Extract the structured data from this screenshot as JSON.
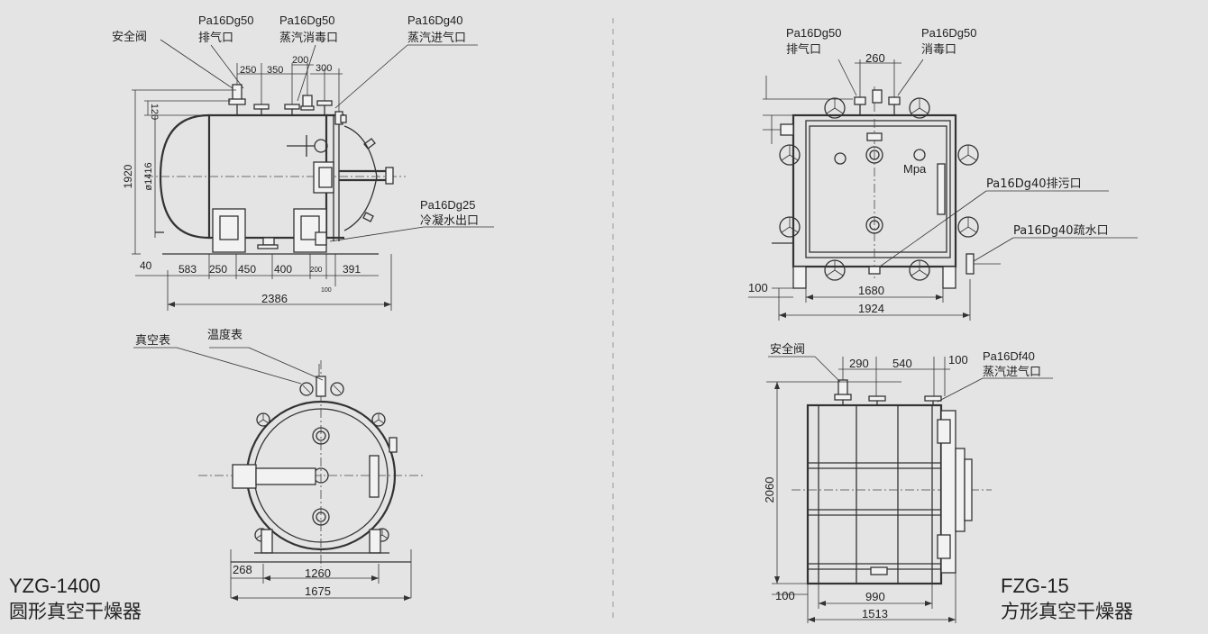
{
  "left_top": {
    "labels": {
      "safety_valve": "安全阀",
      "exhaust_spec": "Pa16Dg50",
      "exhaust_name": "排气口",
      "steam_disinfect_spec": "Pa16Dg50",
      "steam_disinfect_name": "蒸汽消毒口",
      "steam_inlet_spec": "Pa16Dg40",
      "steam_inlet_name": "蒸汽进气口",
      "condensate_spec": "Pa16Dg25",
      "condensate_name": "冷凝水出口"
    },
    "dims": {
      "d250a": "250",
      "d350": "350",
      "d200a": "200",
      "d300": "300",
      "d120": "120",
      "d1416": "ø1416",
      "d1920": "1920",
      "d40": "40",
      "d583": "583",
      "d250b": "250",
      "d450": "450",
      "d400": "400",
      "d200b": "200",
      "d391": "391",
      "d100": "100",
      "d2386": "2386"
    }
  },
  "left_bottom": {
    "labels": {
      "vacuum_gauge": "真空表",
      "thermometer": "温度表"
    },
    "dims": {
      "d268": "268",
      "d1260": "1260",
      "d1675": "1675"
    }
  },
  "right_top": {
    "labels": {
      "exhaust_spec": "Pa16Dg50",
      "exhaust_name": "排气口",
      "disinfect_spec": "Pa16Dg50",
      "disinfect_name": "消毒口",
      "sewage": "Pa16Dg40排污口",
      "drain": "Pa16Dg40疏水口",
      "mpa": "Mpa"
    },
    "dims": {
      "d260": "260",
      "d100": "100",
      "d1680": "1680",
      "d1924": "1924"
    }
  },
  "right_bottom": {
    "labels": {
      "safety_valve": "安全阀",
      "steam_inlet_spec": "Pa16Df40",
      "steam_inlet_name": "蒸汽进气口"
    },
    "dims": {
      "d290": "290",
      "d540": "540",
      "d100a": "100",
      "d2060": "2060",
      "d100b": "100",
      "d990": "990",
      "d1513": "1513"
    }
  },
  "captions": {
    "left_model": "YZG-1400",
    "left_name": "圆形真空干燥器",
    "right_model": "FZG-15",
    "right_name": "方形真空干燥器"
  },
  "colors": {
    "background": "#e4e4e4",
    "line": "#333333",
    "divider": "#9a9a9a"
  }
}
